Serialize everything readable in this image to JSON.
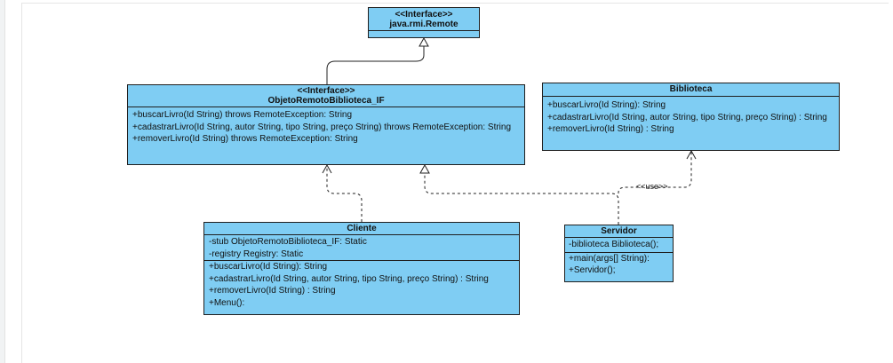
{
  "classes": {
    "remote": {
      "stereotype": "<<Interface>>",
      "name": "java.rmi.Remote"
    },
    "objeto_if": {
      "stereotype": "<<Interface>>",
      "name": "ObjetoRemotoBiblioteca_IF",
      "methods": [
        "+buscarLivro(Id String) throws RemoteException: String",
        "+cadastrarLivro(Id String, autor String, tipo String, preço String) throws RemoteException: String",
        "+removerLivro(Id String) throws RemoteException: String"
      ]
    },
    "biblioteca": {
      "name": "Biblioteca",
      "methods": [
        "+buscarLivro(Id String): String",
        "+cadastrarLivro(Id String, autor String, tipo String, preço String) : String",
        "+removerLivro(Id String) : String"
      ]
    },
    "cliente": {
      "name": "Cliente",
      "attributes": [
        "-stub ObjetoRemotoBiblioteca_IF: Static",
        "-registry Registry: Static"
      ],
      "methods": [
        "+buscarLivro(Id String): String",
        "+cadastrarLivro(Id String, autor String, tipo String, preço String) : String",
        "+removerLivro(Id String) : String",
        "+Menu():"
      ]
    },
    "servidor": {
      "name": "Servidor",
      "attributes": [
        "-biblioteca Biblioteca();"
      ],
      "methods": [
        "+main(args[] String):",
        "+Servidor();"
      ]
    }
  },
  "edges": {
    "use_label": "<<use>>"
  }
}
